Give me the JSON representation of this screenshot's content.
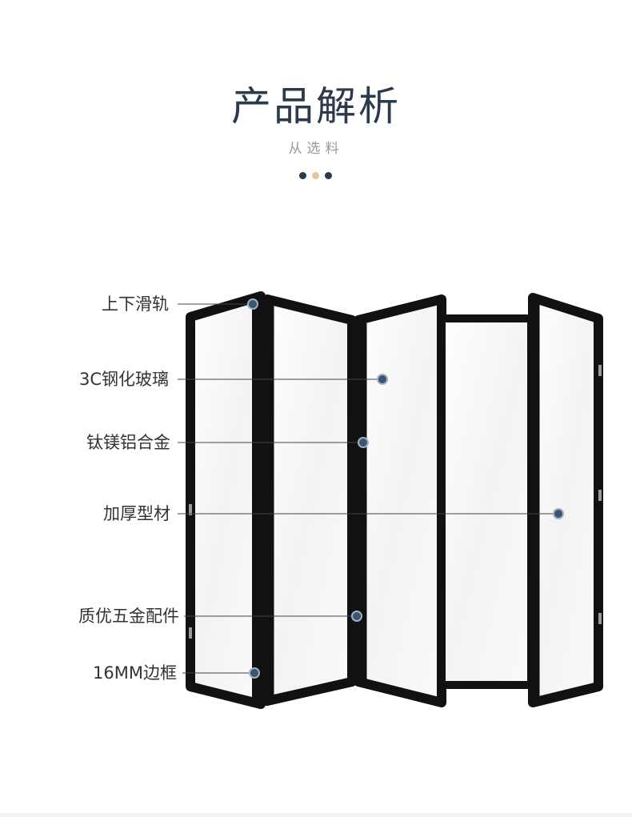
{
  "header": {
    "title": "产品解析",
    "subtitle": "从选料",
    "dot_colors": [
      "#2b3a4c",
      "#e2c79a",
      "#2b3a4c"
    ]
  },
  "annotations": [
    {
      "id": "top-bottom-rail",
      "label": "上下滑轨"
    },
    {
      "id": "3c-tempered-glass",
      "label": "3C钢化玻璃"
    },
    {
      "id": "titanium-magnesium-aluminum-alloy",
      "label": "钛镁铝合金"
    },
    {
      "id": "thickened-profile",
      "label": "加厚型材"
    },
    {
      "id": "quality-hardware",
      "label": "质优五金配件"
    },
    {
      "id": "16mm-frame",
      "label": "16MM边框"
    }
  ],
  "colors": {
    "frame": "#111111",
    "glass": "#f4f4f4",
    "marker": "#3b5670",
    "marker_ring": "#9fb2c4",
    "leader_line": "#444444"
  }
}
